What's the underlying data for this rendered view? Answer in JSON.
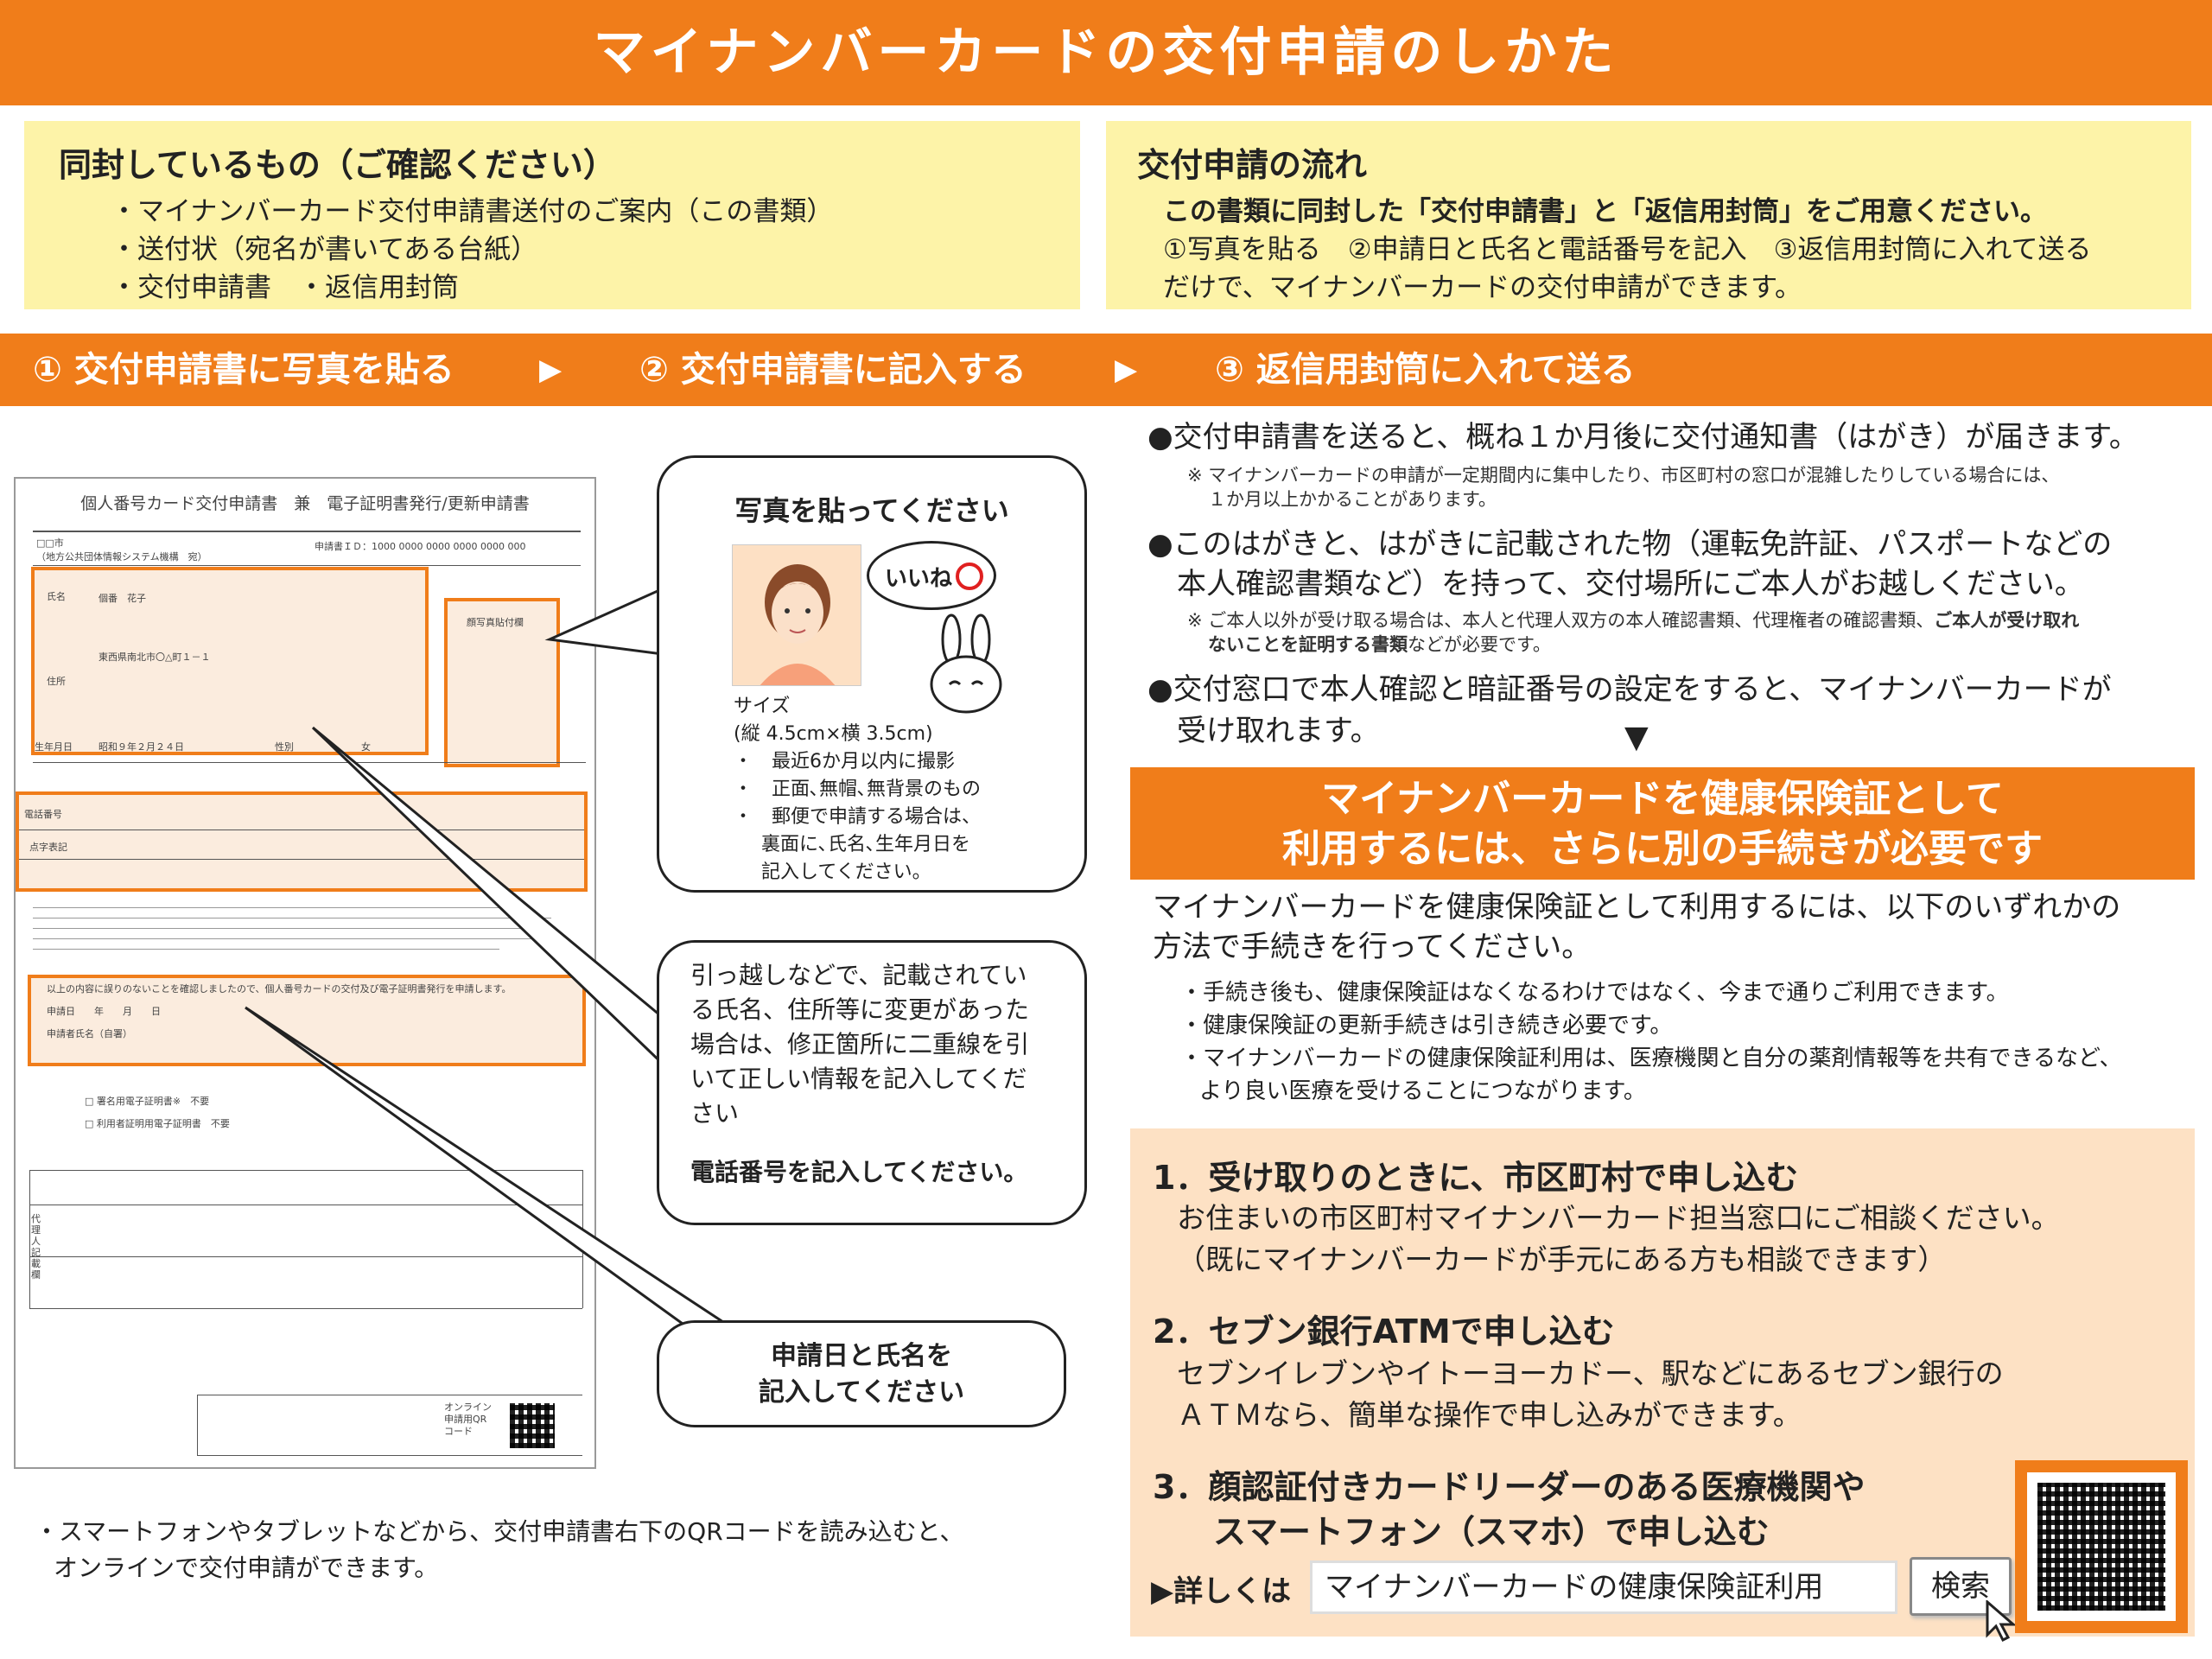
{
  "title": "マイナンバーカードの交付申請のしかた",
  "enclosed": {
    "heading": "同封しているもの（ご確認ください）",
    "items": [
      "・マイナンバーカード交付申請書送付のご案内（この書類）",
      "・送付状（宛名が書いてある台紙）",
      "・交付申請書　・返信用封筒"
    ]
  },
  "flow": {
    "heading": "交付申請の流れ",
    "bold_line": "この書類に同封した「交付申請書」と「返信用封筒」をご用意ください。",
    "line1": "①写真を貼る　②申請日と氏名と電話番号を記入　③返信用封筒に入れて送る",
    "line2": "だけで、マイナンバーカードの交付申請ができます。"
  },
  "steps": {
    "step1": "① 交付申請書に写真を貼る",
    "step2": "② 交付申請書に記入する",
    "step3": "③ 返信用封筒に入れて送る",
    "arrow": "▶"
  },
  "form": {
    "title": "個人番号カード交付申請書　兼　電子証明書発行/更新申請書",
    "recipient_line1": "□□市",
    "recipient_line2": "（地方公共団体情報システム機構　宛）",
    "id_label": "申請書ＩＤ：1000 0000 0000 0000 0000 000",
    "name_label": "氏名",
    "name_value": "個番　花子",
    "address_label": "住所",
    "address_value": "東西県南北市〇△町１－１",
    "birth_label": "生年月日",
    "birth_value": "昭和９年２月２４日",
    "sex_label": "性別",
    "sex_value": "女",
    "photo_label": "顔写真貼付欄",
    "phone_label": "電話番号",
    "braille_label": "点字表記",
    "apply_statement": "以上の内容に誤りのないことを確認しましたので、個人番号カードの交付及び電子証明書発行を申請します。",
    "apply_date": "申請日　　年　　月　　日",
    "applicant_name": "申請者氏名（自署）",
    "cert1": "□ 署名用電子証明書※　不要",
    "cert2": "□ 利用者証明用電子証明書　不要",
    "agent_label": "代理人記載欄",
    "qr_label": "オンライン申請用QRコード"
  },
  "photo_callout": {
    "title": "写真を貼ってください",
    "speech": "いいね",
    "size_label": "サイズ",
    "size_value": "(縦 4.5cm×横 3.5cm)",
    "bullet1": "・　最近6か月以内に撮影",
    "bullet2": "・　正面､無帽､無背景のもの",
    "bullet3": "・　郵便で申請する場合は、",
    "bullet3b": "裏面に､氏名､生年月日を",
    "bullet3c": "記入してください。"
  },
  "moving_callout": {
    "text1": "引っ越しなどで、記載されてい",
    "text2": "る氏名、住所等に変更があった",
    "text3": "場合は、修正箇所に二重線を引",
    "text4": "いて正しい情報を記入してくだ",
    "text5": "さい",
    "bold": "電話番号を記入してください。"
  },
  "date_callout": {
    "line1": "申請日と氏名を",
    "line2": "記入してください"
  },
  "qr_note": {
    "line1": "・スマートフォンやタブレットなどから、交付申請書右下のQRコードを読み込むと、",
    "line2": "オンラインで交付申請ができます。"
  },
  "right": {
    "p1": "●交付申請書を送ると、概ね１か月後に交付通知書（はがき）が届きます。",
    "p1_note1": "※ マイナンバーカードの申請が一定期間内に集中したり、市区町村の窓口が混雑したりしている場合には、",
    "p1_note2": "１か月以上かかることがあります。",
    "p2a": "●このはがきと、はがきに記載された物（運転免許証、パスポートなどの",
    "p2b": "本人確認書類など）を持って、交付場所にご本人がお越しください。",
    "p2_note1": "※ ご本人以外が受け取る場合は、本人と代理人双方の本人確認書類、代理権者の確認書類、",
    "p2_note1_bold": "ご本人が受け取れ",
    "p2_note2_bold": "ないことを証明する書類",
    "p2_note2": "などが必要です。",
    "p3a": "●交付窓口で本人確認と暗証番号の設定をすると、マイナンバーカードが",
    "p3b": "受け取れます。",
    "down_arrow": "▼"
  },
  "insurance": {
    "banner1": "マイナンバーカードを健康保険証として",
    "banner2": "利用するには、さらに別の手続きが必要です",
    "intro1": "マイナンバーカードを健康保険証として利用するには、以下のいずれかの",
    "intro2": "方法で手続きを行ってください。",
    "b1": "・手続き後も、健康保険証はなくなるわけではなく、今まで通りご利用できます。",
    "b2": "・健康保険証の更新手続きは引き続き必要です。",
    "b3a": "・マイナンバーカードの健康保険証利用は、医療機関と自分の薬剤情報等を共有できるなど、",
    "b3b": "より良い医療を受けることにつながります。"
  },
  "methods": {
    "m1_head": "1．受け取りのときに、市区町村で申し込む",
    "m1_text1": "お住まいの市区町村マイナンバーカード担当窓口にご相談ください。",
    "m1_text2": "（既にマイナンバーカードが手元にある方も相談できます）",
    "m2_head": "2．セブン銀行ATMで申し込む",
    "m2_text1": "セブンイレブンやイトーヨーカドー、駅などにあるセブン銀行の",
    "m2_text2": "ＡＴＭなら、簡単な操作で申し込みができます。",
    "m3_head1": "3．顔認証付きカードリーダーのある医療機関や",
    "m3_head2": "スマートフォン（スマホ）で申し込む",
    "details_label": "▶詳しくは",
    "search_value": "マイナンバーカードの健康保険証利用",
    "search_button": "検索"
  },
  "colors": {
    "accent": "#f07d1a",
    "yellow": "#fdf3a8",
    "peach": "#fde1c4"
  }
}
